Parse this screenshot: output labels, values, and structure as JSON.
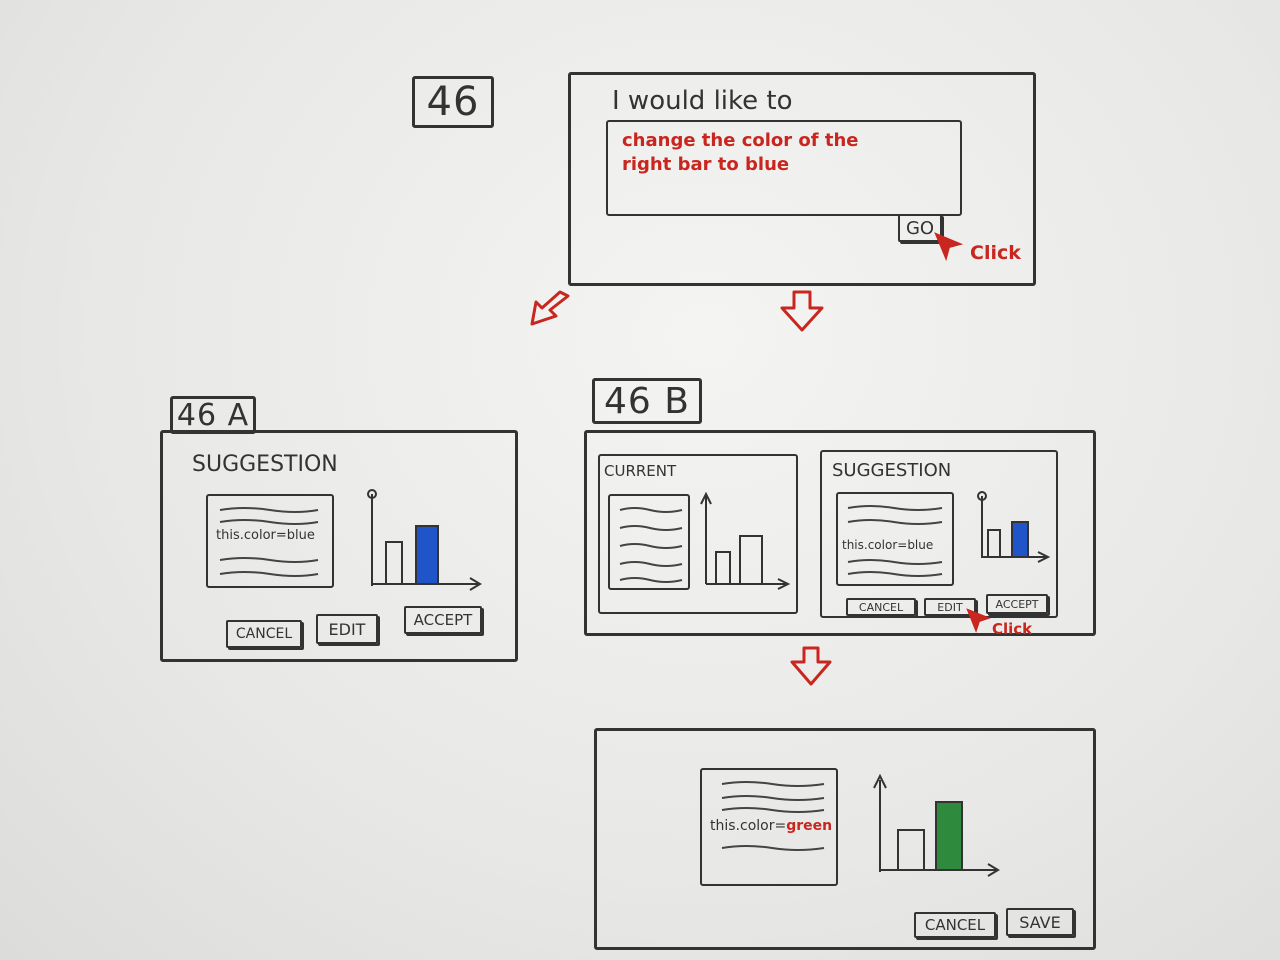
{
  "panel_46": {
    "label": "46",
    "prompt": "I would like to",
    "request_line1": "change the color of the",
    "request_line2": "right bar to blue",
    "go_label": "GO",
    "click_label": "Click"
  },
  "panel_46a": {
    "label": "46 A",
    "title": "SUGGESTION",
    "code": "this.color=blue",
    "cancel_label": "CANCEL",
    "edit_label": "EDIT",
    "accept_label": "ACCEPT"
  },
  "panel_46b": {
    "label": "46 B",
    "current_title": "CURRENT",
    "suggestion_title": "SUGGESTION",
    "code": "this.color=blue",
    "cancel_label": "CANCEL",
    "edit_label": "EDIT",
    "accept_label": "ACCEPT",
    "click_label": "Click"
  },
  "panel_final": {
    "code_prefix": "this.color=",
    "code_value": "green",
    "cancel_label": "CANCEL",
    "save_label": "SAVE"
  },
  "colors": {
    "ink": "#333333",
    "red_marker": "#c8261e",
    "blue_bar": "#1f55c9",
    "green_bar": "#2e8a3c"
  }
}
